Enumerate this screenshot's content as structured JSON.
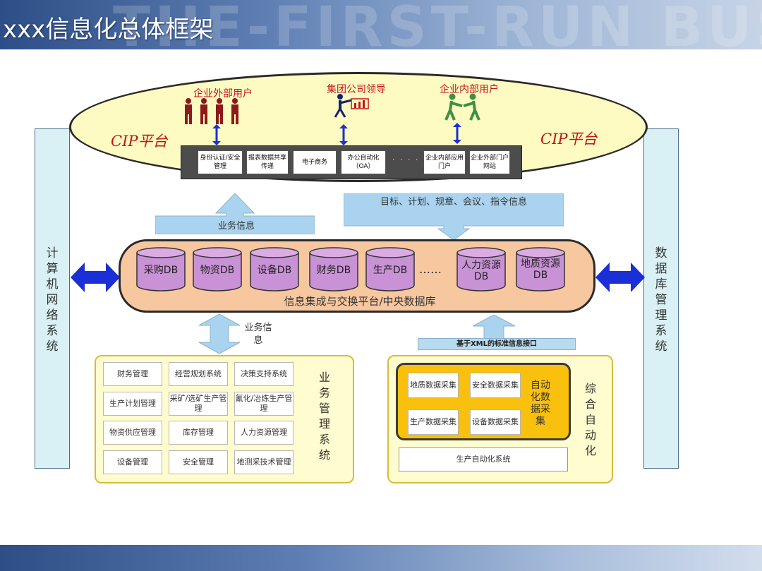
{
  "title": "xxx信息化总体框架",
  "header_watermark": "THE-FIRST-RUN BUSIN",
  "left_pillar": "计算机网络系统",
  "right_pillar": "数据库管理系统",
  "cip": {
    "left_label": "CIP平台",
    "right_label": "CIP平台",
    "users": [
      {
        "label": "企业外部用户",
        "icon": "group-users-icon",
        "color": "#8b1a1a"
      },
      {
        "label": "集团公司领导",
        "icon": "leader-presenting-icon",
        "color": "#16216b"
      },
      {
        "label": "企业内部用户",
        "icon": "handshake-users-icon",
        "color": "#3f8f45"
      }
    ],
    "portal_items": [
      "身份认证/安全管理",
      "报表数据共享传递",
      "电子商务",
      "办公自动化（OA）",
      "企业内部应用门户",
      "企业外部门户网站"
    ],
    "ellipsis": "· · · ·"
  },
  "flows": {
    "business_info_up": "业务信息",
    "directive_info": "目标、计划、规章、会议、指令信息",
    "business_info_down": "业务信息",
    "xml_interface": "基于XML的标准信息接口"
  },
  "databases": [
    "采购DB",
    "物资DB",
    "设备DB",
    "财务DB",
    "生产DB",
    "人力资源DB",
    "地质资源DB"
  ],
  "db_ellipsis": "……",
  "integration_label": "信息集成与交换平台/中央数据库",
  "business_mgmt": {
    "title": "业务管理系统",
    "cells": [
      [
        "财务管理",
        "经营规划系统",
        "决策支持系统"
      ],
      [
        "生产计划管理",
        "采矿/选矿生产管理",
        "氰化/冶炼生产管理"
      ],
      [
        "物资供应管理",
        "库存管理",
        "人力资源管理"
      ],
      [
        "设备管理",
        "安全管理",
        "地测采技术管理"
      ]
    ]
  },
  "integrated_automation": {
    "title": "综合自动化",
    "auto_collection_label": "自动化数据采集",
    "cells": [
      "地质数据采集",
      "安全数据采集",
      "生产数据采集",
      "设备数据采集"
    ],
    "production_system": "生产自动化系统"
  },
  "colors": {
    "cip_fill": "#fdfbc1",
    "integration_fill": "#f7c79f",
    "db_fill": "#c992d6",
    "flow_arrow": "#a9d3ef",
    "side_arrow": "#1a2fd6",
    "accent_red": "#c0141d"
  }
}
